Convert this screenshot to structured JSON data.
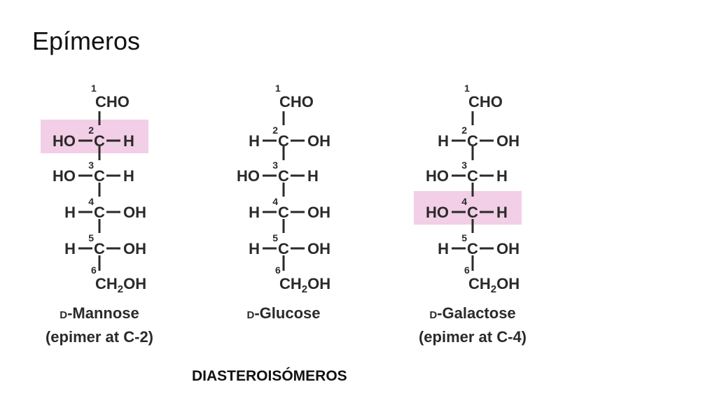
{
  "title": "Epímeros",
  "footer": "DIASTEROISÓMEROS",
  "colors": {
    "highlight": "#f2cfe6",
    "text": "#2a2a2a"
  },
  "molecules": [
    {
      "top": "CHO",
      "bottom": "CH2OH",
      "rows": [
        {
          "num": "2",
          "left": "HO",
          "right": "H",
          "highlight": true
        },
        {
          "num": "3",
          "left": "HO",
          "right": "H",
          "highlight": false
        },
        {
          "num": "4",
          "left": "H",
          "right": "OH",
          "highlight": false
        },
        {
          "num": "5",
          "left": "H",
          "right": "OH",
          "highlight": false
        }
      ],
      "top_num": "1",
      "bottom_num": "6",
      "name_prefix": "D",
      "name": "-Mannose",
      "subtitle": "(epimer at C-2)"
    },
    {
      "top": "CHO",
      "bottom": "CH2OH",
      "rows": [
        {
          "num": "2",
          "left": "H",
          "right": "OH",
          "highlight": false
        },
        {
          "num": "3",
          "left": "HO",
          "right": "H",
          "highlight": false
        },
        {
          "num": "4",
          "left": "H",
          "right": "OH",
          "highlight": false
        },
        {
          "num": "5",
          "left": "H",
          "right": "OH",
          "highlight": false
        }
      ],
      "top_num": "1",
      "bottom_num": "6",
      "name_prefix": "D",
      "name": "-Glucose",
      "subtitle": ""
    },
    {
      "top": "CHO",
      "bottom": "CH2OH",
      "rows": [
        {
          "num": "2",
          "left": "H",
          "right": "OH",
          "highlight": false
        },
        {
          "num": "3",
          "left": "HO",
          "right": "H",
          "highlight": false
        },
        {
          "num": "4",
          "left": "HO",
          "right": "H",
          "highlight": true
        },
        {
          "num": "5",
          "left": "H",
          "right": "OH",
          "highlight": false
        }
      ],
      "top_num": "1",
      "bottom_num": "6",
      "name_prefix": "D",
      "name": "-Galactose",
      "subtitle": "(epimer at C-4)"
    }
  ]
}
